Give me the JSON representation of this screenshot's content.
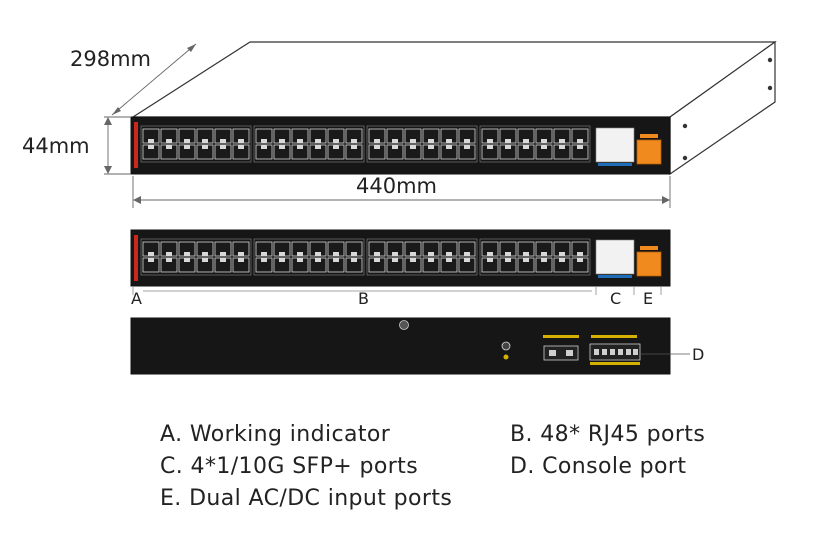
{
  "dimensions": {
    "depth": "298mm",
    "height": "44mm",
    "width": "440mm"
  },
  "callouts": [
    "A",
    "B",
    "C",
    "E",
    "D"
  ],
  "legend": [
    [
      "A. Working indicator",
      "B. 48* RJ45 ports"
    ],
    [
      "C. 4*1/10G SFP+ ports",
      "D. Console port"
    ],
    [
      "E. Dual AC/DC  input ports"
    ]
  ],
  "colors": {
    "panel": "#161616",
    "port_outline": "#d8d8d8",
    "sfp_cage": "#f2f2f2",
    "power_module": "#f08a1e",
    "line": "#333333"
  }
}
